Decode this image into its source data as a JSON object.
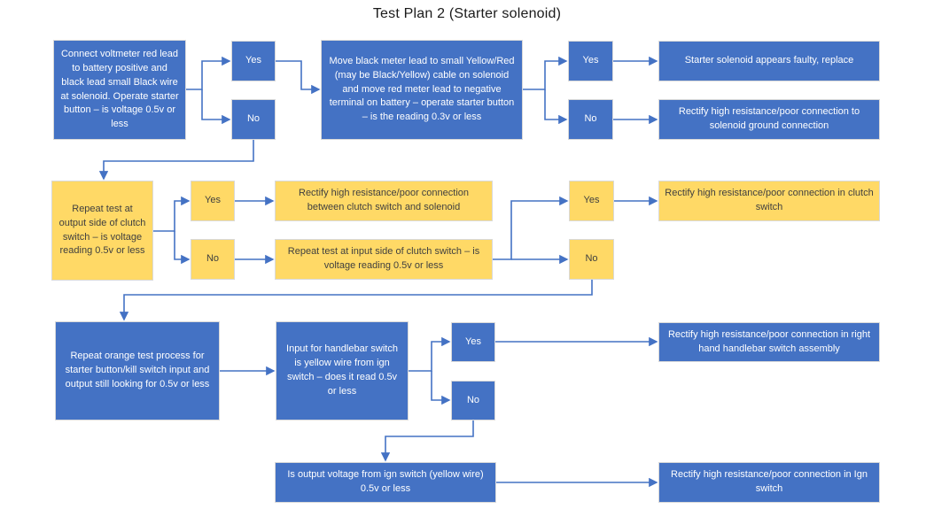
{
  "title": "Test Plan 2 (Starter solenoid)",
  "colors": {
    "blue_fill": "#4472C4",
    "blue_text": "#FFFFFF",
    "yellow_fill": "#FFD966",
    "yellow_text": "#3F3F3F",
    "connector": "#4472C4",
    "box_border": "#D9D9D9"
  },
  "nodes": {
    "start": "Connect voltmeter red lead to battery positive and black lead small Black wire at solenoid. Operate starter button – is voltage 0.5v or less",
    "yes1": "Yes",
    "no1": "No",
    "move_leads": "Move black meter lead to small Yellow/Red (may be Black/Yellow) cable on solenoid and move red meter lead to negative terminal on battery – operate starter button – is the reading 0.3v or less",
    "yes2": "Yes",
    "no2": "No",
    "solenoid_faulty": "Starter solenoid appears faulty, replace",
    "rectify_ground": "Rectify high resistance/poor connection to solenoid ground connection",
    "clutch_output": "Repeat test at output side of clutch switch – is voltage reading 0.5v or less",
    "yes3": "Yes",
    "no3": "No",
    "rectify_clutch_solenoid": "Rectify high resistance/poor connection between clutch switch and solenoid",
    "clutch_input": "Repeat test at input side of clutch switch – is voltage reading 0.5v or less",
    "yes4": "Yes",
    "no4": "No",
    "rectify_clutch_switch": "Rectify high resistance/poor connection in clutch switch",
    "starter_kill": "Repeat orange test process for starter button/kill switch input and output still looking for 0.5v or less",
    "handlebar_input": "Input for handlebar switch is yellow wire from ign switch – does it read 0.5v or less",
    "yes5": "Yes",
    "no5": "No",
    "rectify_handlebar": "Rectify high resistance/poor connection in right hand handlebar switch assembly",
    "ign_output": "Is output voltage from ign switch (yellow wire) 0.5v or less",
    "rectify_ign": "Rectify high resistance/poor connection in Ign switch"
  }
}
